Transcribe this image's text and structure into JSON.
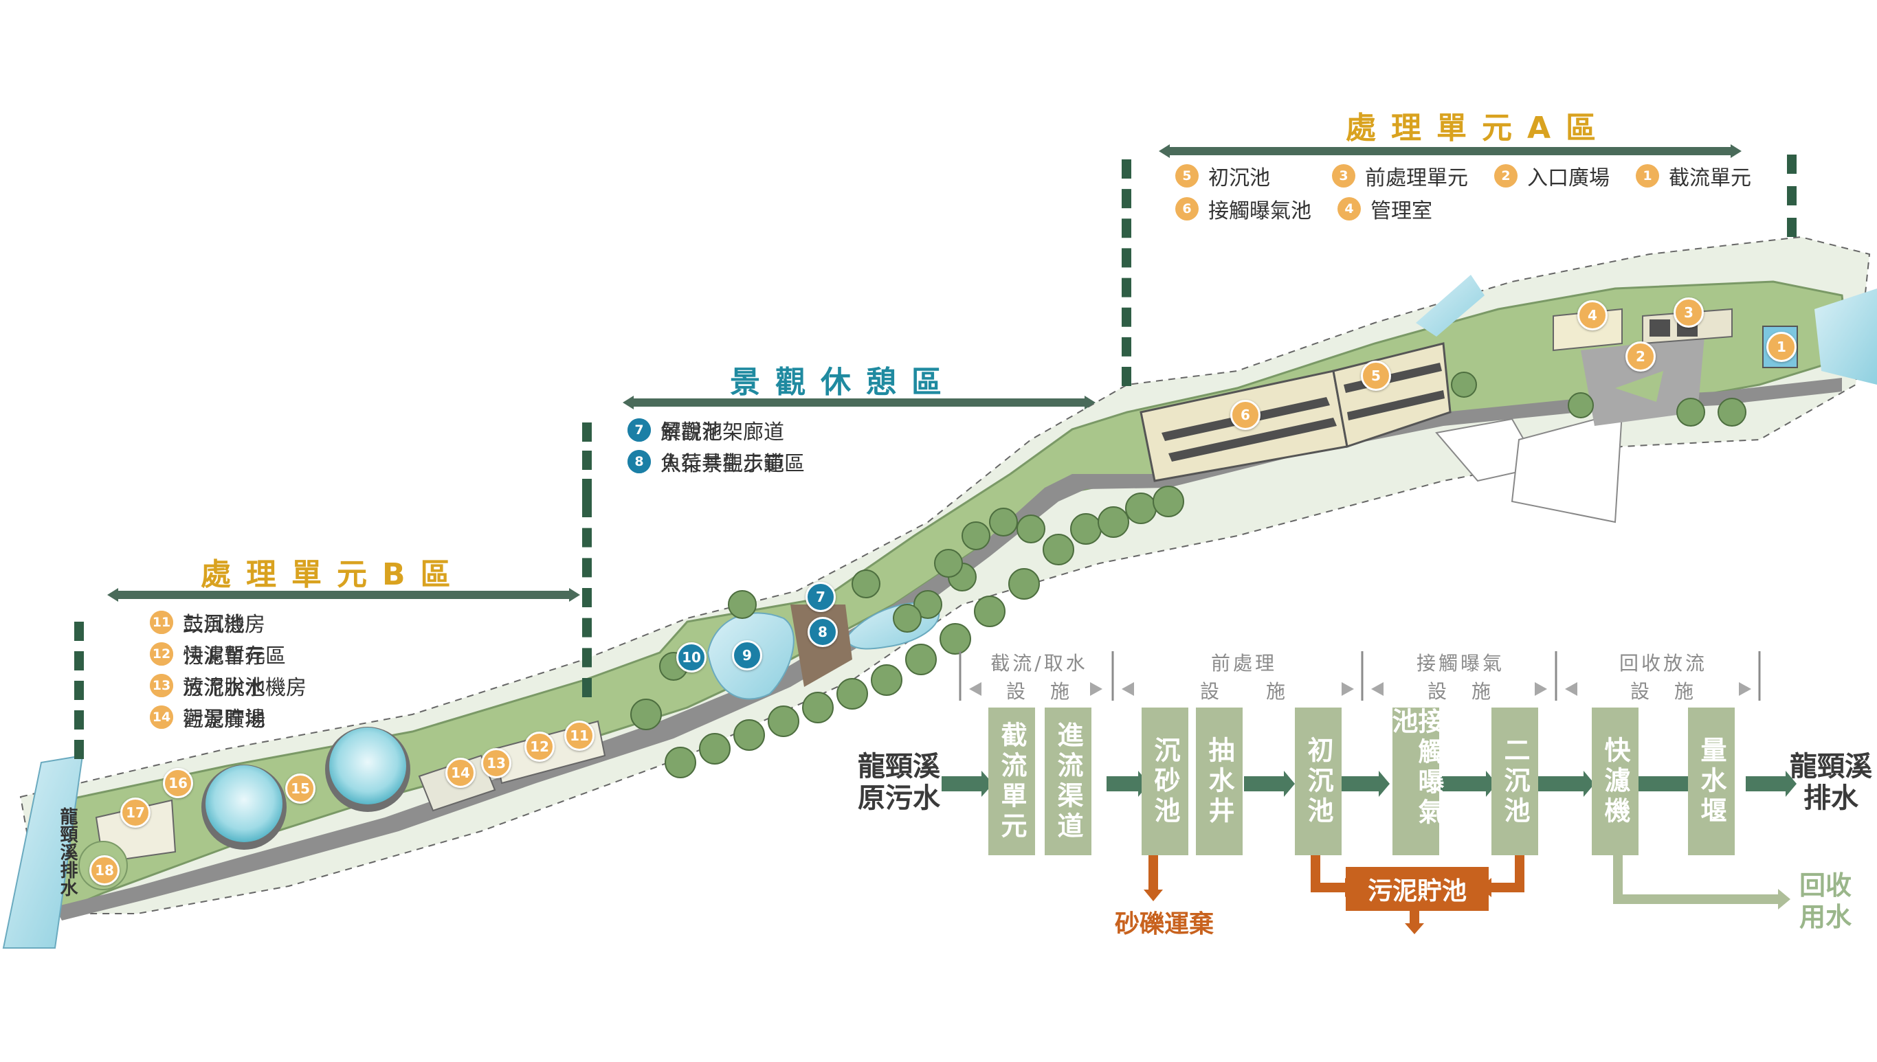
{
  "zones": {
    "a": {
      "title": "處理單元A區"
    },
    "landscape": {
      "title": "景觀休憩區"
    },
    "b": {
      "title": "處理單元B區"
    }
  },
  "legend_a": [
    {
      "num": "5",
      "label": "初沉池"
    },
    {
      "num": "3",
      "label": "前處理單元"
    },
    {
      "num": "2",
      "label": "入口廣場"
    },
    {
      "num": "1",
      "label": "截流單元"
    },
    {
      "num": "6",
      "label": "接觸曝氣池"
    },
    {
      "num": "4",
      "label": "管理室"
    }
  ],
  "legend_landscape": [
    {
      "num": "9",
      "label": "景觀池"
    },
    {
      "num": "10",
      "label": "人行景觀步道"
    },
    {
      "num": "7",
      "label": "解說花架廊道"
    },
    {
      "num": "8",
      "label": "魚菜共生示範區"
    }
  ],
  "legend_b": [
    {
      "num": "15",
      "label": "二沉池"
    },
    {
      "num": "16",
      "label": "快濾單元"
    },
    {
      "num": "17",
      "label": "放流水池"
    },
    {
      "num": "18",
      "label": "觀景廣場"
    },
    {
      "num": "11",
      "label": "鼓風機房"
    },
    {
      "num": "12",
      "label": "污泥暫存區"
    },
    {
      "num": "13",
      "label": "污泥脫水機房"
    },
    {
      "num": "14",
      "label": "污泥貯池"
    }
  ],
  "map_markers": [
    "1",
    "2",
    "3",
    "4",
    "5",
    "6",
    "7",
    "8",
    "9",
    "10",
    "11",
    "12",
    "13",
    "14",
    "15",
    "16",
    "17",
    "18"
  ],
  "creek_label": "龍頸溪排水",
  "flow": {
    "source": "龍頸溪\n原污水",
    "outlet": "龍頸溪\n排水",
    "groups": [
      {
        "label": "截流/取水\n設　施"
      },
      {
        "label": "前處理\n設　　施"
      },
      {
        "label": "接觸曝氣\n設　施"
      },
      {
        "label": "回收放流\n設　施"
      }
    ],
    "units": [
      "截流單元",
      "進流渠道",
      "沉砂池",
      "抽水井",
      "初沉池",
      "接觸曝氣池",
      "二沉池",
      "快濾機",
      "量水堰"
    ],
    "sludge_tank": "污泥貯池",
    "grit_disposal": "砂礫運棄",
    "reuse_water": "回收\n用水"
  },
  "colors": {
    "gold": "#d9a21f",
    "teal": "#1f8aa0",
    "bar": "#4a6b5a",
    "unit_box": "#aebe99",
    "sludge": "#c8621e",
    "badge_orange": "#f0b158",
    "badge_blue": "#1b7fa6"
  }
}
